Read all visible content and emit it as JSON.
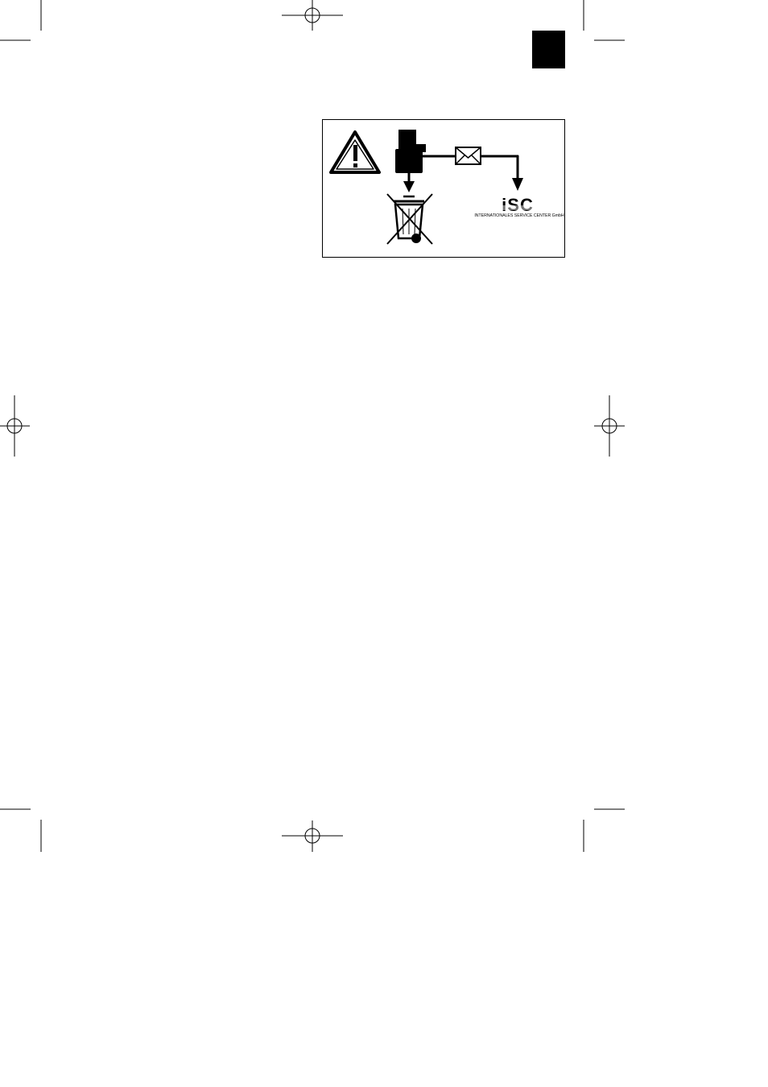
{
  "colors": {
    "ink": "#000000",
    "paper": "#ffffff",
    "logo_gray": "#8a8a8a"
  },
  "icons": {
    "page_tab": "black-square-tab",
    "crop_marks": "crop-mark-icon",
    "registration_marks": "registration-target-icon",
    "warning": "warning-triangle-icon",
    "battery": "battery-pack-icon",
    "envelope": "envelope-icon",
    "bin": "crossed-out-wheelie-bin-icon"
  },
  "diagram": {
    "logo": {
      "wordmark": "iSC",
      "tagline": "INTERNATIONALES SERVICE CENTER GmbH"
    }
  }
}
